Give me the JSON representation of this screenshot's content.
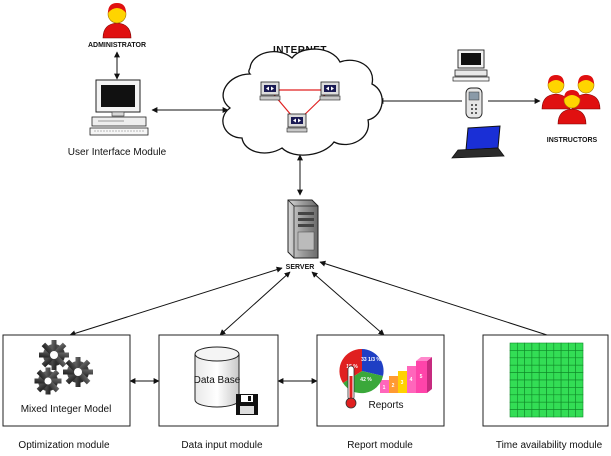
{
  "labels": {
    "administrator": "ADMINISTRATOR",
    "ui_module": "User Interface Module",
    "internet": "INTERNET",
    "instructors": "INSTRUCTORS",
    "server": "SERVER",
    "mixed_integer_model": "Mixed Integer Model",
    "database": "Data Base",
    "reports": "Reports",
    "optimization_module": "Optimization module",
    "data_input_module": "Data input module",
    "report_module": "Report module",
    "time_availability_module": "Time availability module"
  },
  "report_chart": {
    "pie_labels": [
      "33 1/3 %",
      "15 %",
      "42 %"
    ],
    "bar_labels": [
      "1",
      "2",
      "3",
      "4",
      "5"
    ]
  },
  "colors": {
    "person_red": "#e01010",
    "person_yellow": "#ffd400",
    "network_red": "#e02020",
    "grid_green": "#33dd55",
    "laptop_blue": "#1a2fd6"
  }
}
